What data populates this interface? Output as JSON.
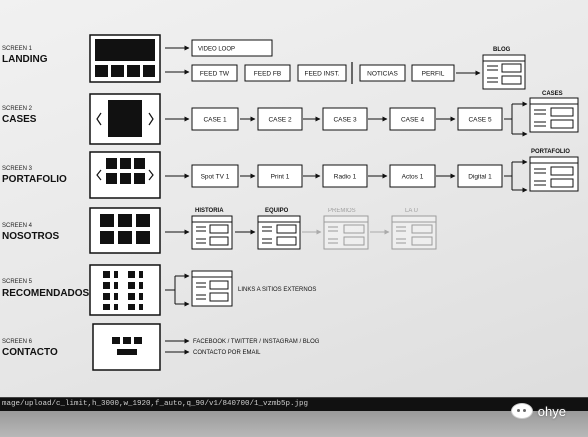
{
  "screens": [
    {
      "num": "SCREEN 1",
      "name": "LANDING"
    },
    {
      "num": "SCREEN 2",
      "name": "CASES"
    },
    {
      "num": "SCREEN 3",
      "name": "PORTAFOLIO"
    },
    {
      "num": "SCREEN 4",
      "name": "NOSOTROS"
    },
    {
      "num": "SCREEN 5",
      "name": "RECOMENDADOS"
    },
    {
      "num": "SCREEN 6",
      "name": "CONTACTO"
    }
  ],
  "landing": {
    "video": "VIDEO LOOP",
    "feeds": [
      "FEED TW",
      "FEED FB",
      "FEED INST."
    ],
    "sections": [
      "NOTICIAS",
      "PERFIL"
    ],
    "target": "BLOG"
  },
  "cases": {
    "items": [
      "CASE 1",
      "CASE 2",
      "CASE 3",
      "CASE 4",
      "CASE 5"
    ],
    "target": "CASES"
  },
  "portafolio": {
    "items": [
      "Spot TV 1",
      "Print 1",
      "Radio 1",
      "Actos 1",
      "Digital 1"
    ],
    "target": "PORTAFOLIO"
  },
  "nosotros": {
    "items": [
      "HISTORIA",
      "EQUIPO",
      "PREMIOS",
      "LA U"
    ]
  },
  "recomendados": {
    "note": "LINKS A SITIOS EXTERNOS"
  },
  "contacto": {
    "line1": "FACEBOOK / TWITTER / INSTAGRAM / BLOG",
    "line2": "CONTACTO POR EMAIL"
  },
  "footer": {
    "url": "mage/upload/c_limit,h_3000,w_1920,f_auto,q_90/v1/840700/1_vzmb5p.jpg",
    "watermark": "ohye"
  }
}
